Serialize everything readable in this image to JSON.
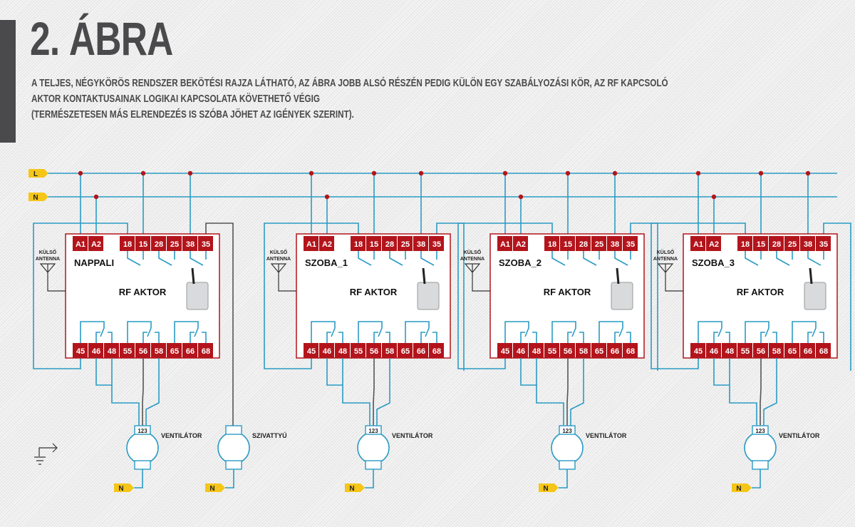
{
  "title": "2. ÁBRA",
  "description": [
    "A TELJES, NÉGYKÖRÖS RENDSZER BEKÖTÉSI RAJZA LÁTHATÓ, AZ ÁBRA JOBB ALSÓ RÉSZÉN PEDIG KÜLÖN EGY SZABÁLYOZÁSI KÖR,  AZ RF KAPCSOLÓ",
    "AKTOR KONTAKTUSAINAK LOGIKAI KAPCSOLATA KÖVETHETŐ VÉGIG",
    "(TERMÉSZETESEN MÁS ELRENDEZÉS IS SZÓBA JÖHET AZ IGÉNYEK SZERINT)."
  ],
  "bus": {
    "l_label": "L",
    "n_label": "N"
  },
  "colors": {
    "wire": "#2a9bc4",
    "relay": "#b3141b",
    "tag": "#f5c518",
    "text": "#4a4a4c"
  },
  "common": {
    "device_label": "RF AKTOR",
    "antenna_label": [
      "KÜLSŐ",
      "ANTENNA"
    ],
    "top_terminals": [
      "A1",
      "A2",
      "",
      "18",
      "15",
      "28",
      "25",
      "38",
      "35"
    ],
    "bottom_terminals": [
      "45",
      "46",
      "48",
      "55",
      "56",
      "58",
      "65",
      "66",
      "68"
    ],
    "fan_label": "VENTILÁTOR",
    "fan_pins": "123",
    "neutral_tag": "N"
  },
  "modules": [
    {
      "name": "NAPPALI"
    },
    {
      "name": "SZOBA_1"
    },
    {
      "name": "SZOBA_2"
    },
    {
      "name": "SZOBA_3"
    }
  ],
  "pump": {
    "label": "SZIVATTYÚ",
    "neutral_tag": "N"
  }
}
